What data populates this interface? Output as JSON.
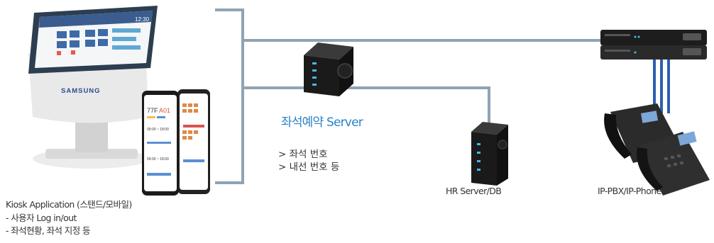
{
  "kiosk": {
    "brand": "SAMSUNG",
    "screen_clock": "12:30",
    "title": "Kiosk Application (스탠드/모바일)",
    "features": [
      "- 사용자 Log in/out",
      "- 좌석현황, 좌석 지정 등"
    ]
  },
  "phone_screens": {
    "left_floor": "77F",
    "left_seat": "A01",
    "time_1": "09:00 ~ 18:00",
    "time_2": "09:00 ~ 18:00"
  },
  "server": {
    "title": "좌석예약 Server",
    "features": [
      ">  좌석 번호",
      ">  내선 번호 등"
    ]
  },
  "hr_server": {
    "label": "HR Server/DB"
  },
  "ipbx": {
    "label": "IP-PBX/IP-Phone"
  },
  "colors": {
    "connector": "#8fa3b3",
    "server_title": "#2a82c8",
    "rack_link": "#2d5fae",
    "server_led": "#4db6e8"
  }
}
